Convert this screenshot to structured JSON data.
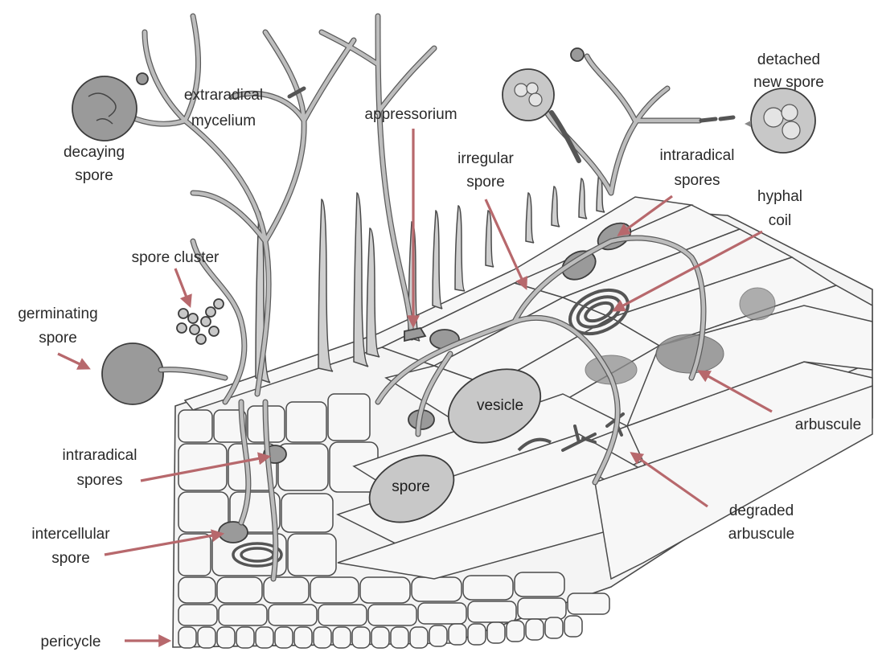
{
  "labels": {
    "extraradical_mycelium_1": "extraradical",
    "extraradical_mycelium_2": "mycelium",
    "decaying_spore_1": "decaying",
    "decaying_spore_2": "spore",
    "appressorium": "appressorium",
    "irregular_spore_1": "irregular",
    "irregular_spore_2": "spore",
    "detached_new_spore_1": "detached",
    "detached_new_spore_2": "new spore",
    "intraradical_spores_top_1": "intraradical",
    "intraradical_spores_top_2": "spores",
    "hyphal_coil_1": "hyphal",
    "hyphal_coil_2": "coil",
    "spore_cluster": "spore cluster",
    "germinating_spore_1": "germinating",
    "germinating_spore_2": "spore",
    "vesicle": "vesicle",
    "spore_inside": "spore",
    "arbuscule": "arbuscule",
    "intraradical_spores_left_1": "intraradical",
    "intraradical_spores_left_2": "spores",
    "degraded_arbuscule_1": "degraded",
    "degraded_arbuscule_2": "arbuscule",
    "intercellular_spore_1": "intercellular",
    "intercellular_spore_2": "spore",
    "pericycle": "pericycle"
  },
  "colors": {
    "arrow": "#b7686c",
    "outline": "#4a4a4a",
    "spore_fill": "#9a9a9a",
    "label_text": "#2a2a2a"
  }
}
